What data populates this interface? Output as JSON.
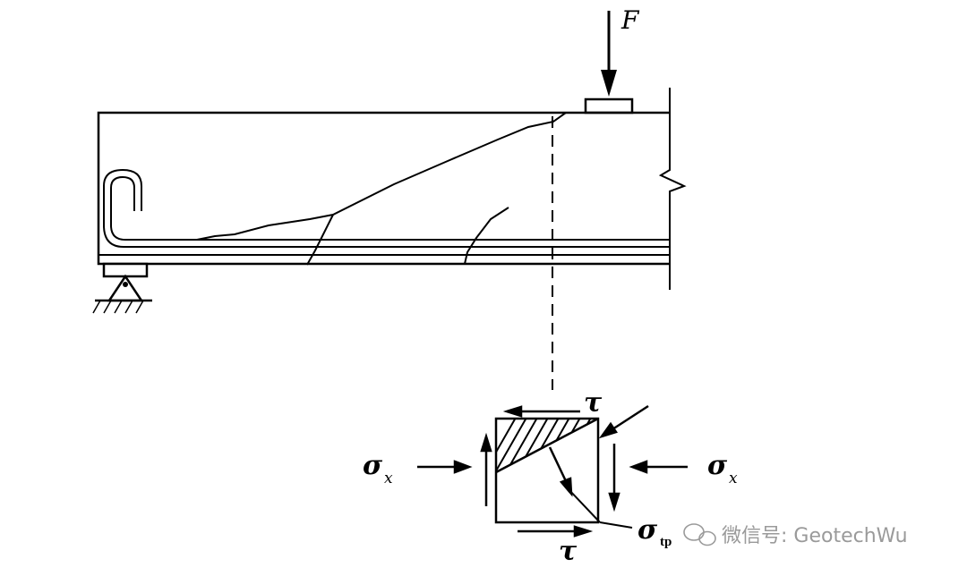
{
  "labels": {
    "force": "F",
    "tau_top": "τ",
    "tau_bottom": "τ",
    "sigma_x_left": "σ",
    "sigma_x_left_sub": "x",
    "sigma_x_right": "σ",
    "sigma_x_right_sub": "x",
    "sigma_tp": "σ",
    "sigma_tp_sub": "tp"
  },
  "watermark": {
    "text": "微信号: GeotechWu",
    "icon": "wechat-icon"
  },
  "colors": {
    "line": "#000000",
    "watermark": "#9a9a9a"
  }
}
